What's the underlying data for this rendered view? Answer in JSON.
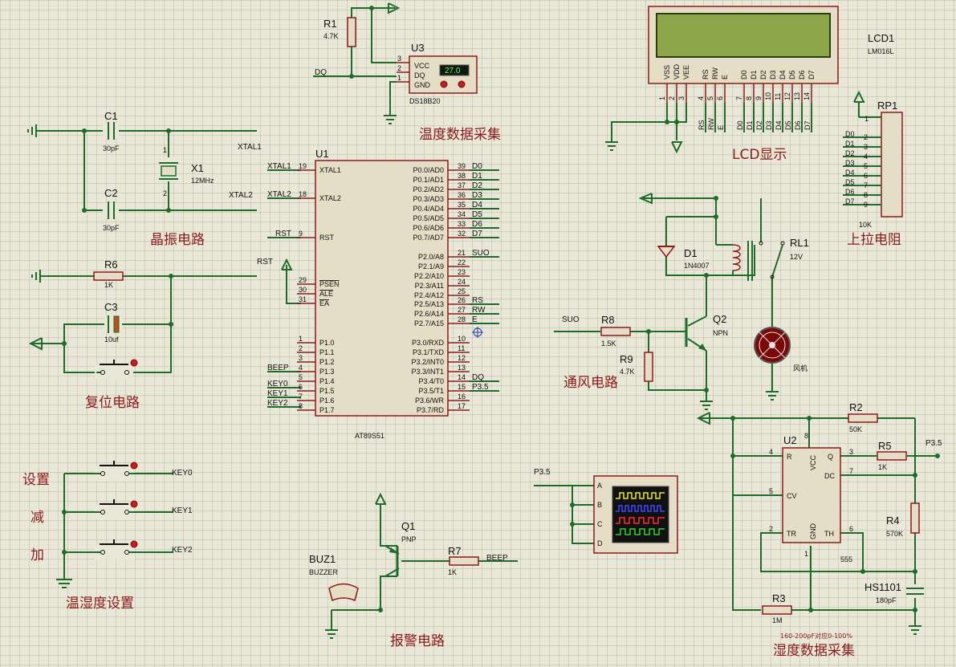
{
  "sections": {
    "temp_acq": "温度数据采集",
    "lcd_display": "LCD显示",
    "crystal": "晶振电路",
    "pullup": "上拉电阻",
    "reset": "复位电路",
    "vent": "通风电路",
    "key_settings": "温湿度设置",
    "alarm": "报警电路",
    "humidity_acq": "湿度数据采集"
  },
  "keys_labels": {
    "set": "设置",
    "dec": "减",
    "inc": "加"
  },
  "components": {
    "r1": {
      "ref": "R1",
      "value": "4.7K"
    },
    "u3": {
      "ref": "U3",
      "value": "DS18B20",
      "pins": [
        "VCC",
        "DQ",
        "GND"
      ],
      "pin_nums": [
        "3",
        "2",
        "1"
      ],
      "display": "27.0"
    },
    "c1": {
      "ref": "C1",
      "value": "30pF"
    },
    "c2": {
      "ref": "C2",
      "value": "30pF"
    },
    "x1": {
      "ref": "X1",
      "value": "12MHz"
    },
    "r6": {
      "ref": "R6",
      "value": "1K"
    },
    "c3": {
      "ref": "C3",
      "value": "10uf"
    },
    "u1": {
      "ref": "U1",
      "value": "AT89S51"
    },
    "lcd1": {
      "ref": "LCD1",
      "value": "LM016L"
    },
    "rp1": {
      "ref": "RP1",
      "value": "10K"
    },
    "d1": {
      "ref": "D1",
      "value": "1N4007"
    },
    "rl1": {
      "ref": "RL1",
      "value": "12V"
    },
    "q2": {
      "ref": "Q2",
      "value": "NPN"
    },
    "r8": {
      "ref": "R8",
      "value": "1.5K"
    },
    "r9": {
      "ref": "R9",
      "value": "4.7K"
    },
    "fan": {
      "value": "风机"
    },
    "r2": {
      "ref": "R2",
      "value": "50K"
    },
    "r5": {
      "ref": "R5",
      "value": "1K"
    },
    "r4": {
      "ref": "R4",
      "value": "570K"
    },
    "u2": {
      "ref": "U2",
      "value": "555"
    },
    "hs1101": {
      "ref": "HS1101",
      "value": "180pF"
    },
    "r3": {
      "ref": "R3",
      "value": "1M"
    },
    "q1": {
      "ref": "Q1",
      "value": "PNP"
    },
    "r7": {
      "ref": "R7",
      "value": "1K"
    },
    "buz1": {
      "ref": "BUZ1",
      "value": "BUZZER"
    }
  },
  "note_hs": "160-200pF对应0-100%",
  "net_labels": {
    "dq": "DQ",
    "xtal1": "XTAL1",
    "xtal2": "XTAL2",
    "rst": "RST",
    "suo": "SUO",
    "beep": "BEEP",
    "p35": "P3.5",
    "key0": "KEY0",
    "key1": "KEY1",
    "key2": "KEY2",
    "rs": "RS",
    "rw": "RW",
    "e": "E"
  },
  "u1_left_pins": [
    {
      "num": "19",
      "name": "XTAL1"
    },
    {
      "num": "18",
      "name": "XTAL2"
    },
    {
      "num": "9",
      "name": "RST"
    },
    {
      "num": "29",
      "name": "PSEN"
    },
    {
      "num": "30",
      "name": "ALE"
    },
    {
      "num": "31",
      "name": "EA"
    },
    {
      "num": "1",
      "name": "P1.0"
    },
    {
      "num": "2",
      "name": "P1.1"
    },
    {
      "num": "3",
      "name": "P1.2"
    },
    {
      "num": "4",
      "name": "P1.3"
    },
    {
      "num": "5",
      "name": "P1.4"
    },
    {
      "num": "6",
      "name": "P1.5"
    },
    {
      "num": "7",
      "name": "P1.6"
    },
    {
      "num": "8",
      "name": "P1.7"
    }
  ],
  "u1_left_nets": [
    "XTAL1",
    "XTAL2",
    "RST",
    "",
    "",
    "",
    "",
    "",
    "",
    "BEEP",
    "",
    "KEY0",
    "KEY1",
    "KEY2"
  ],
  "u1_right_pins": [
    {
      "num": "39",
      "name": "P0.0/AD0",
      "net": "D0"
    },
    {
      "num": "38",
      "name": "P0.1/AD1",
      "net": "D1"
    },
    {
      "num": "37",
      "name": "P0.2/AD2",
      "net": "D2"
    },
    {
      "num": "36",
      "name": "P0.3/AD3",
      "net": "D3"
    },
    {
      "num": "35",
      "name": "P0.4/AD4",
      "net": "D4"
    },
    {
      "num": "34",
      "name": "P0.5/AD5",
      "net": "D5"
    },
    {
      "num": "33",
      "name": "P0.6/AD6",
      "net": "D6"
    },
    {
      "num": "32",
      "name": "P0.7/AD7",
      "net": "D7"
    },
    {
      "num": "21",
      "name": "P2.0/A8",
      "net": "SUO"
    },
    {
      "num": "22",
      "name": "P2.1/A9",
      "net": ""
    },
    {
      "num": "23",
      "name": "P2.2/A10",
      "net": ""
    },
    {
      "num": "24",
      "name": "P2.3/A11",
      "net": ""
    },
    {
      "num": "25",
      "name": "P2.4/A12",
      "net": ""
    },
    {
      "num": "26",
      "name": "P2.5/A13",
      "net": "RS"
    },
    {
      "num": "27",
      "name": "P2.6/A14",
      "net": "RW"
    },
    {
      "num": "28",
      "name": "P2.7/A15",
      "net": "E"
    },
    {
      "num": "10",
      "name": "P3.0/RXD",
      "net": ""
    },
    {
      "num": "11",
      "name": "P3.1/TXD",
      "net": ""
    },
    {
      "num": "12",
      "name": "P3.2/INT0",
      "net": ""
    },
    {
      "num": "13",
      "name": "P3.3/INT1",
      "net": ""
    },
    {
      "num": "14",
      "name": "P3.4/T0",
      "net": "DQ"
    },
    {
      "num": "15",
      "name": "P3.5/T1",
      "net": "P3.5"
    },
    {
      "num": "16",
      "name": "P3.6/WR",
      "net": ""
    },
    {
      "num": "17",
      "name": "P3.7/RD",
      "net": ""
    }
  ],
  "lcd_pins": [
    {
      "name": "VSS",
      "num": "1"
    },
    {
      "name": "VDD",
      "num": "2"
    },
    {
      "name": "VEE",
      "num": "3"
    },
    {
      "name": "RS",
      "num": "4"
    },
    {
      "name": "RW",
      "num": "5"
    },
    {
      "name": "E",
      "num": "6"
    },
    {
      "name": "D0",
      "num": "7"
    },
    {
      "name": "D1",
      "num": "8"
    },
    {
      "name": "D2",
      "num": "9"
    },
    {
      "name": "D3",
      "num": "10"
    },
    {
      "name": "D4",
      "num": "11"
    },
    {
      "name": "D5",
      "num": "12"
    },
    {
      "name": "D6",
      "num": "13"
    },
    {
      "name": "D7",
      "num": "14"
    }
  ],
  "lcd_bus_labels": [
    "RS",
    "RW",
    "E",
    "D0",
    "D1",
    "D2",
    "D3",
    "D4",
    "D5",
    "D6",
    "D7"
  ],
  "rp1_pins": [
    {
      "net": "D0",
      "num": "2"
    },
    {
      "net": "D1",
      "num": "3"
    },
    {
      "net": "D2",
      "num": "4"
    },
    {
      "net": "D3",
      "num": "5"
    },
    {
      "net": "D4",
      "num": "6"
    },
    {
      "net": "D5",
      "num": "7"
    },
    {
      "net": "D6",
      "num": "8"
    },
    {
      "net": "D7",
      "num": "9"
    }
  ],
  "rp1_pin1": "1",
  "u2_pins": {
    "r": "R",
    "vcc": "VCC",
    "q": "Q",
    "dc": "DC",
    "cv": "CV",
    "tr": "TR",
    "gnd": "GND",
    "th": "TH",
    "n4": "4",
    "n8": "8",
    "n3": "3",
    "n7": "7",
    "n5": "5",
    "n2": "2",
    "n6": "6",
    "n1": "1"
  },
  "scope_channels": [
    "A",
    "B",
    "C",
    "D"
  ],
  "colors": {
    "wire": "#1e6b2a",
    "component": "#8a1a1a",
    "body": "#e6ddc6",
    "section_label": "#8b1a1a",
    "background": "#e9e8d8"
  }
}
